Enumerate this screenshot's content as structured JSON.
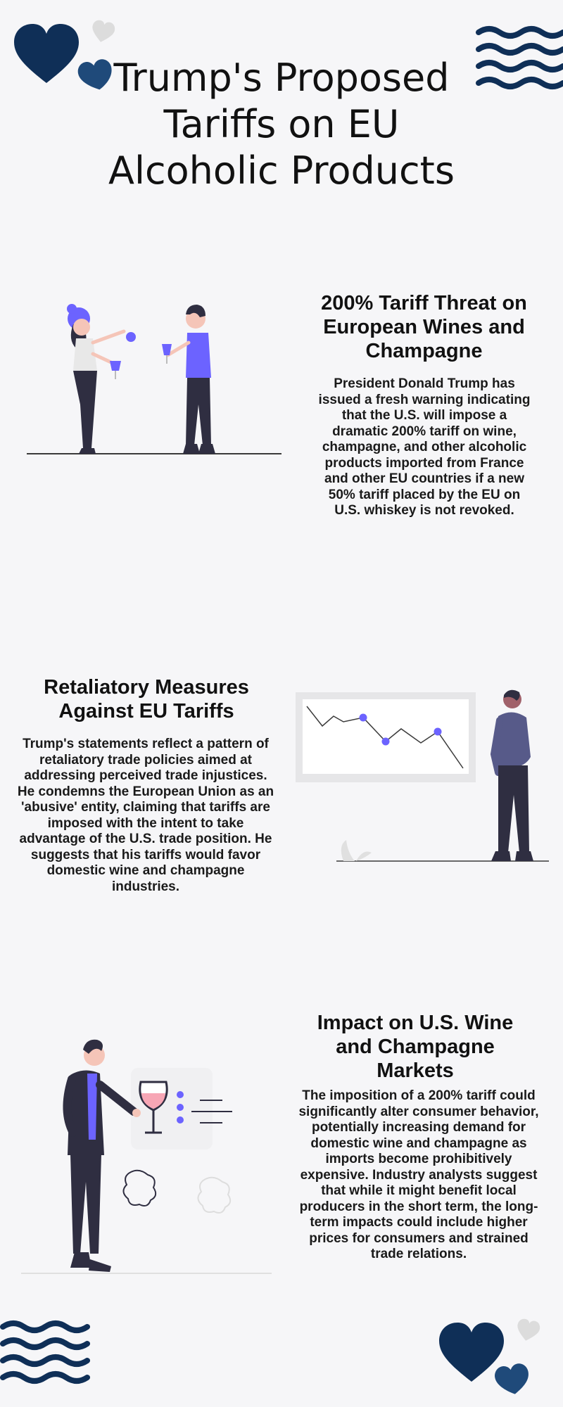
{
  "title": "Trump's Proposed Tariffs on EU Alcoholic Products",
  "colors": {
    "navy": "#0f2f57",
    "navy_light": "#1f4a7a",
    "purple": "#6c63ff",
    "grey_heart": "#dcdcdc",
    "dark": "#2f2e41",
    "background": "#f6f6f8"
  },
  "sections": [
    {
      "heading": "200% Tariff Threat on European Wines and Champagne",
      "body": "President Donald Trump has issued a fresh warning indicating that the U.S. will impose a dramatic 200% tariff on wine, champagne, and other alcoholic products imported from France and other EU countries if a new 50% tariff placed by the EU on U.S. whiskey is not revoked."
    },
    {
      "heading": "Retaliatory Measures Against EU Tariffs",
      "body": "Trump's statements reflect a pattern of retaliatory trade policies aimed at addressing perceived trade injustices. He condemns the European Union as an 'abusive' entity, claiming that tariffs are imposed with the intent to take advantage of the U.S. trade position. He suggests that his tariffs would favor domestic wine and champagne industries."
    },
    {
      "heading": "Impact on U.S. Wine and Champagne Markets",
      "body": "The imposition of a 200% tariff could significantly alter consumer behavior, potentially increasing demand for domestic wine and champagne as imports become prohibitively expensive. Industry analysts suggest that while it might benefit local producers in the short term, the long-term impacts could include higher prices for consumers and strained trade relations."
    }
  ],
  "icons": {
    "top_left": "hearts-icon",
    "top_right": "waves-icon",
    "bottom_left": "waves-icon",
    "bottom_right": "hearts-icon"
  }
}
